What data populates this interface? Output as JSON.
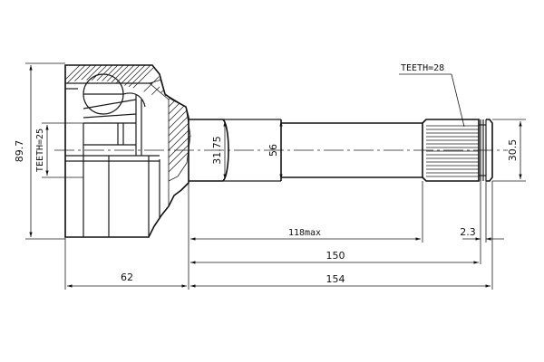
{
  "diagram": {
    "dimensions": {
      "overall_diameter": "89.7",
      "inner_teeth": "TEETH=25",
      "shaft_diameter_1": "31.75",
      "shaft_diameter_2": "56",
      "outer_teeth": "TEETH=28",
      "spline_diameter": "30.5",
      "max_length": "118max",
      "small_offset": "2.3",
      "length_150": "150",
      "length_154": "154",
      "housing_length": "62"
    }
  }
}
